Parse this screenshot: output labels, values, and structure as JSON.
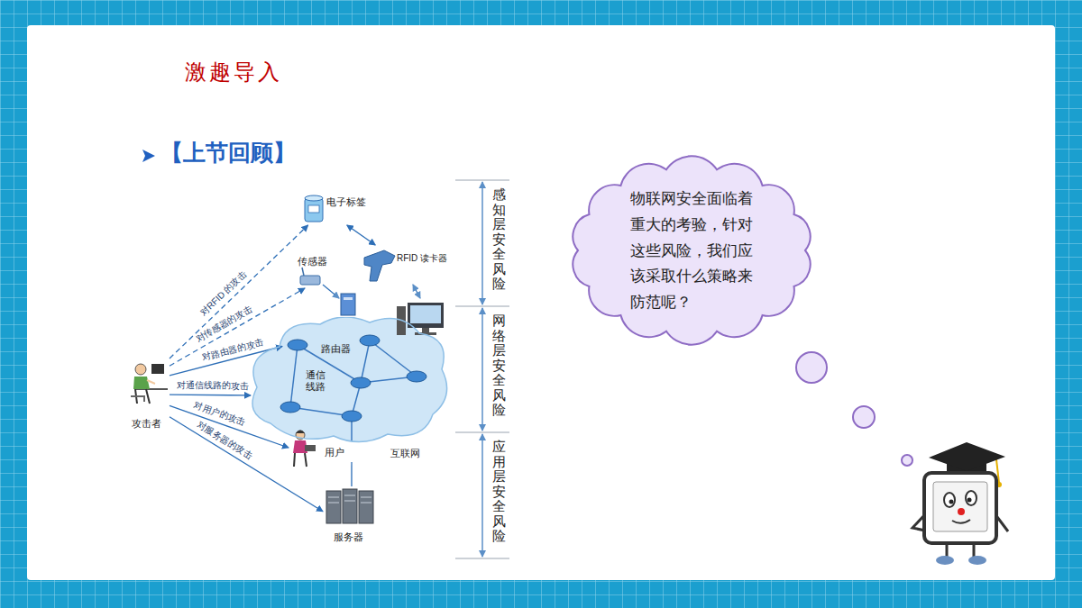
{
  "diagram": {
    "title": "激趣导入",
    "nodes": [
      {
        "text": [
          "电子标签"
        ]
      },
      {
        "text": [
          "RFID 读卡器"
        ]
      },
      {
        "text": [
          "传感器"
        ]
      },
      {
        "text": [
          "互联网"
        ]
      },
      {
        "text": [
          "路由器"
        ],
        "in": 3
      },
      {
        "text": [
          "攻击者"
        ]
      },
      {
        "text": [
          "用户"
        ]
      },
      {
        "text": [
          "服务器"
        ]
      },
      {
        "text": [
          "物联网安全面临着重大的考验，针对这些风险，我们应该采取什么策略来防范呢？"
        ]
      }
    ],
    "edges": [
      {
        "from": 5,
        "to": 0,
        "arrow": "to",
        "label": "对RFID 的攻击"
      },
      {
        "from": 5,
        "to": 2,
        "arrow": "to",
        "label": "对传感器的攻击"
      },
      {
        "from": 5,
        "to": 4,
        "arrow": "to",
        "label": "对路由器的攻击"
      },
      {
        "from": 5,
        "to": 3,
        "arrow": "to",
        "label": "对通信线路的攻击"
      },
      {
        "from": 5,
        "to": 6,
        "arrow": "to",
        "label": "对用户的攻击"
      },
      {
        "from": 5,
        "to": 7,
        "arrow": "to",
        "label": "对服务器的攻击"
      },
      {
        "from": 0,
        "to": 1,
        "arrow": "both"
      },
      {
        "from": 7,
        "to": 3,
        "arrow": "none"
      }
    ],
    "labels": [
      "【上节回顾】",
      "通信线路",
      "感知层安全风险",
      "网络层安全风险",
      "应用层安全风险"
    ]
  }
}
